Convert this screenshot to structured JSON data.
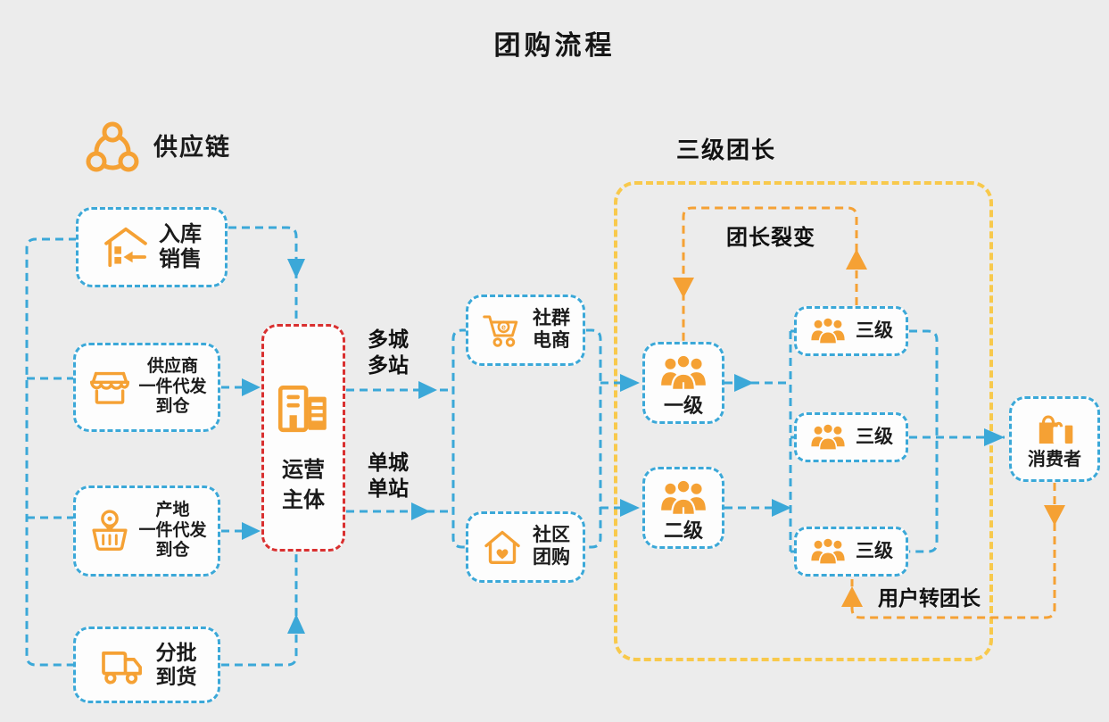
{
  "title": "团购流程",
  "colors": {
    "background": "#ECECEC",
    "orange": "#F5A134",
    "blue": "#3BA8D8",
    "red": "#D93030",
    "yellow": "#F8C94C",
    "text": "#1B1B1B",
    "node_background": "#FDFDFD"
  },
  "supply_chain": {
    "heading": "供应链",
    "heading_icon": "network-icon",
    "nodes": [
      {
        "label": "入库\n销售",
        "icon": "warehouse-import-icon"
      },
      {
        "label": "供应商\n一件代发\n到仓",
        "icon": "storefront-icon"
      },
      {
        "label": "产地\n一件代发\n到仓",
        "icon": "basket-pin-icon"
      },
      {
        "label": "分批\n到货",
        "icon": "truck-icon"
      }
    ]
  },
  "operator": {
    "label": "运营\n主体",
    "icon": "buildings-icon"
  },
  "edge_labels": {
    "multi_city": "多城\n多站",
    "single_city": "单城\n单站"
  },
  "channels": [
    {
      "label": "社群\n电商",
      "icon": "cart-e-icon"
    },
    {
      "label": "社区\n团购",
      "icon": "house-heart-icon"
    }
  ],
  "leaders": {
    "heading": "三级团长",
    "fission_label": "团长裂变",
    "user_to_leader_label": "用户转团长",
    "level1": {
      "label": "一级",
      "icon": "people-group-icon"
    },
    "level2": {
      "label": "二级",
      "icon": "people-group-icon"
    },
    "level3": [
      {
        "label": "三级",
        "icon": "people-group-icon"
      },
      {
        "label": "三级",
        "icon": "people-group-icon"
      },
      {
        "label": "三级",
        "icon": "people-group-icon"
      }
    ]
  },
  "consumer": {
    "label": "消费者",
    "icon": "shopping-bags-icon"
  }
}
